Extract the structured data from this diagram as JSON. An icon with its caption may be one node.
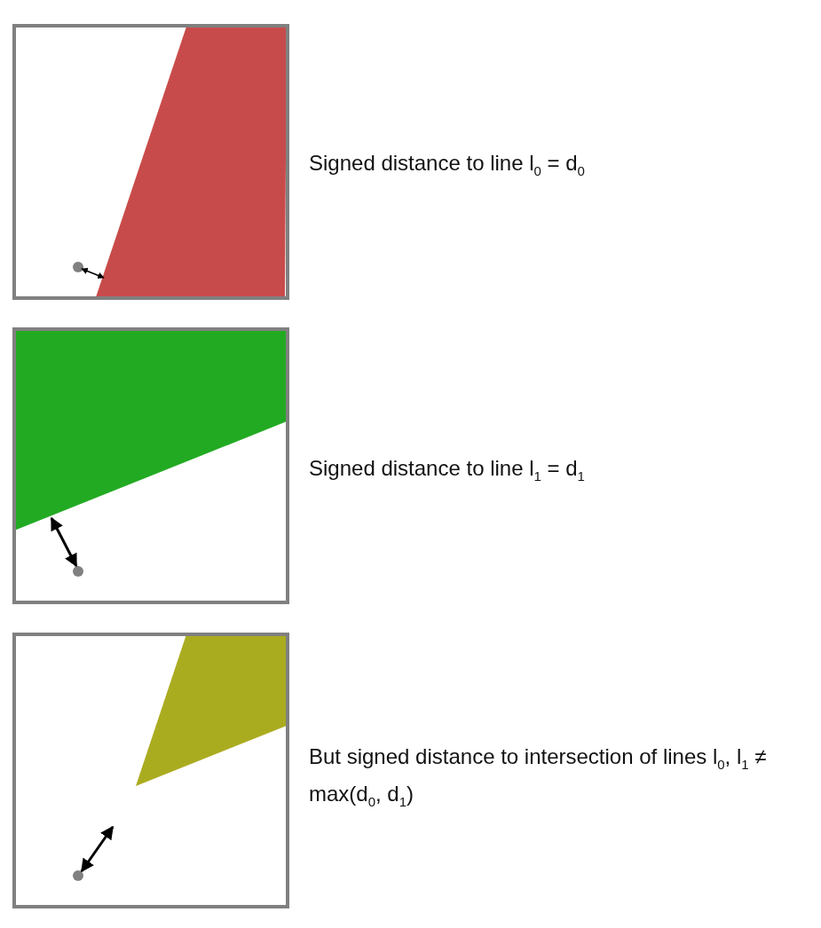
{
  "diagram": {
    "labels": [
      "Signed distance to line l$_{0}$ = d$_{0}$",
      "Signed distance to line l$_{1}$ = d$_{1}$",
      "But signed distance to intersection of lines l$_{0}$, l$_{1}$ ≠ max(d$_{0}$, d$_{1}$)"
    ]
  }
}
